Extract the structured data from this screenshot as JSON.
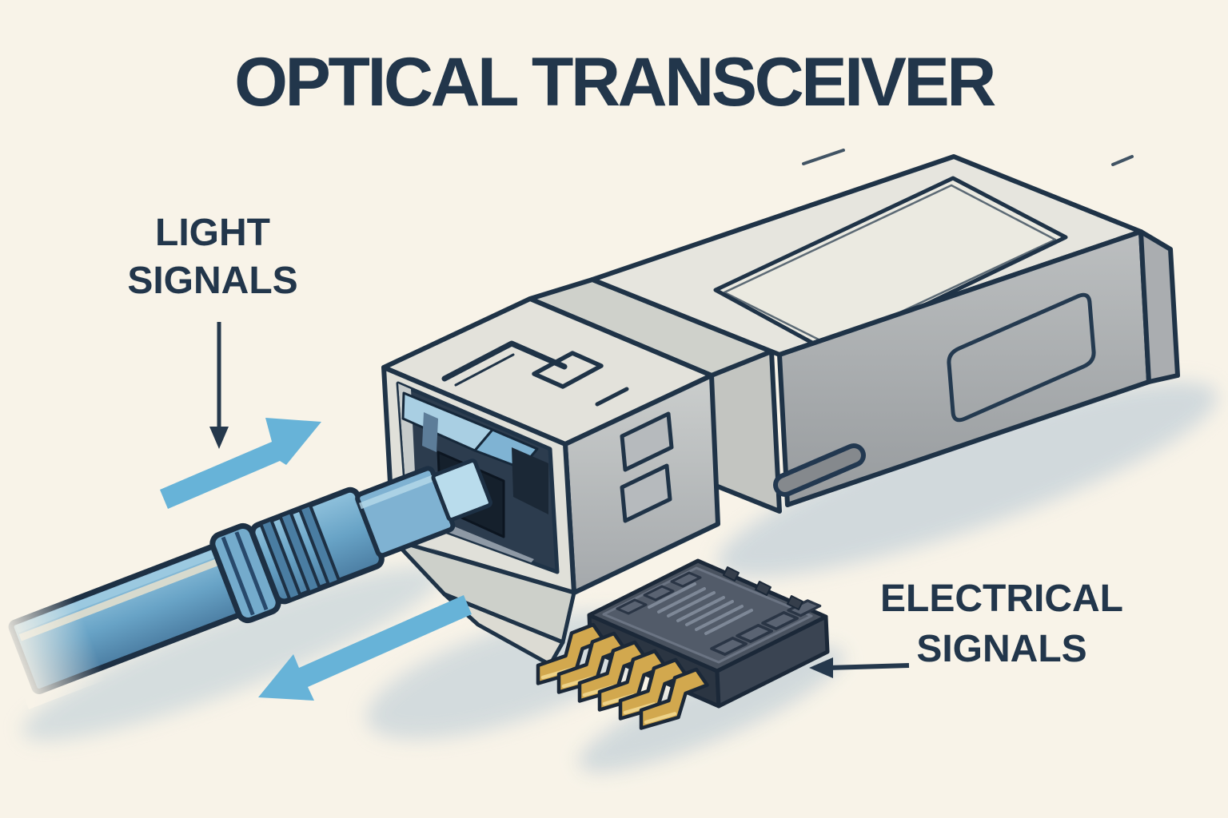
{
  "title": "OPTICAL TRANSCEIVER",
  "labels": {
    "light_signals": {
      "line1": "LIGHT",
      "line2": "SIGNALS"
    },
    "electrical_signals": {
      "line1": "ELECTRICAL",
      "line2": "SIGNALS"
    }
  },
  "diagram": {
    "type": "illustration",
    "subject": "Optical transceiver module with a blue fiber-optic cable plugged into its front cage and an electrical connector chip with gold pins",
    "annotations": [
      {
        "label": "LIGHT SIGNALS",
        "icon": "down-arrow-icon",
        "points_to": "fiber cable entry"
      },
      {
        "label": "ELECTRICAL SIGNALS",
        "icon": "left-arrow-icon",
        "points_to": "electrical connector pins"
      }
    ],
    "flow_arrows": [
      {
        "icon": "blue-arrow-up-right-icon",
        "direction": "light into module"
      },
      {
        "icon": "blue-arrow-down-left-icon",
        "direction": "light out of module"
      }
    ]
  },
  "colors": {
    "background": "#f8f3e8",
    "ink": "#22364b",
    "outline": "#1f3347",
    "arrow_blue": "#67b3d8",
    "cable_blue": "#6ea9cb",
    "module_gray": "#e5e4dd",
    "module_side_gray": "#a9adaf",
    "connector_dark": "#49525f",
    "pin_gold": "#d2a84e"
  }
}
